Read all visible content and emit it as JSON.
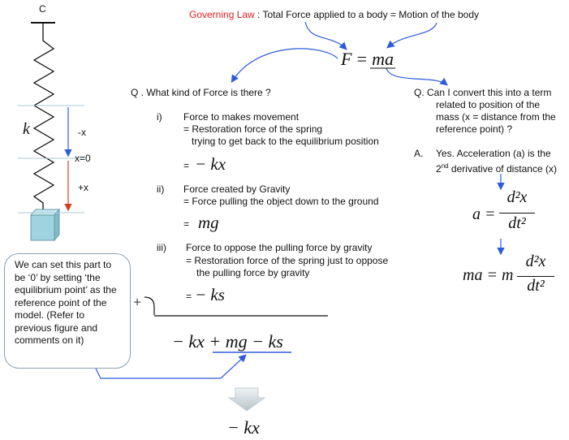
{
  "colors": {
    "accent_red": "#e02020",
    "arrow_blue": "#2e5bdc",
    "dim_red": "#d04020",
    "block": "#9fd3df",
    "note_border": "#8aa0b0"
  },
  "governing": {
    "label": "Governing Law",
    "text": " : Total Force applied to a body = Motion of the body"
  },
  "main_eq": {
    "lhs": "F",
    "eq": "=",
    "rhs": "ma"
  },
  "spring": {
    "label_c": "C",
    "label_k": "k",
    "label_minus_x": "-x",
    "label_x0": "x=0",
    "label_plus_x": "+x"
  },
  "left_q": {
    "question": "Q . What kind of Force is there ?",
    "items": [
      {
        "num": "i)",
        "title": "Force to makes movement",
        "line1": "= Restoration force of the spring",
        "line2": "trying to get back to the equilibrium position",
        "eq_sign": "=",
        "eq": "− kx"
      },
      {
        "num": "ii)",
        "title": "Force created by Gravity",
        "line1": "= Force pulling the object down to the ground",
        "eq_sign": "=",
        "eq": "mg"
      },
      {
        "num": "iii)",
        "title": "Force to oppose the pulling force by gravity",
        "line1": "= Restoration force of the spring just to oppose",
        "line2": "the pulling force by gravity",
        "eq_sign": "=",
        "eq": "− ks"
      }
    ],
    "plus": "+",
    "sum_a": "− kx + ",
    "sum_b": "mg − ks",
    "result": "− kx"
  },
  "note": {
    "text": "We can set this part to be ‘0’ by setting ‘the equilibrium point’ as the reference point of the model. (Refer to previous figure and comments on it)"
  },
  "right_q": {
    "question_l1": "Q. Can I convert this into a term",
    "question_l2": "related to position of the",
    "question_l3": "mass (x = distance from the",
    "question_l4": "reference point) ?",
    "answer_label": "A.",
    "answer_l1": "Yes. Acceleration (a) is the",
    "answer_l2a": "2",
    "answer_l2sup": "nd",
    "answer_l2b": " derivative of distance (x)",
    "eq1_lhs": "a =",
    "eq1_num": "d²x",
    "eq1_den": "dt²",
    "eq2_lhs": "ma = m",
    "eq2_num": "d²x",
    "eq2_den": "dt²"
  }
}
